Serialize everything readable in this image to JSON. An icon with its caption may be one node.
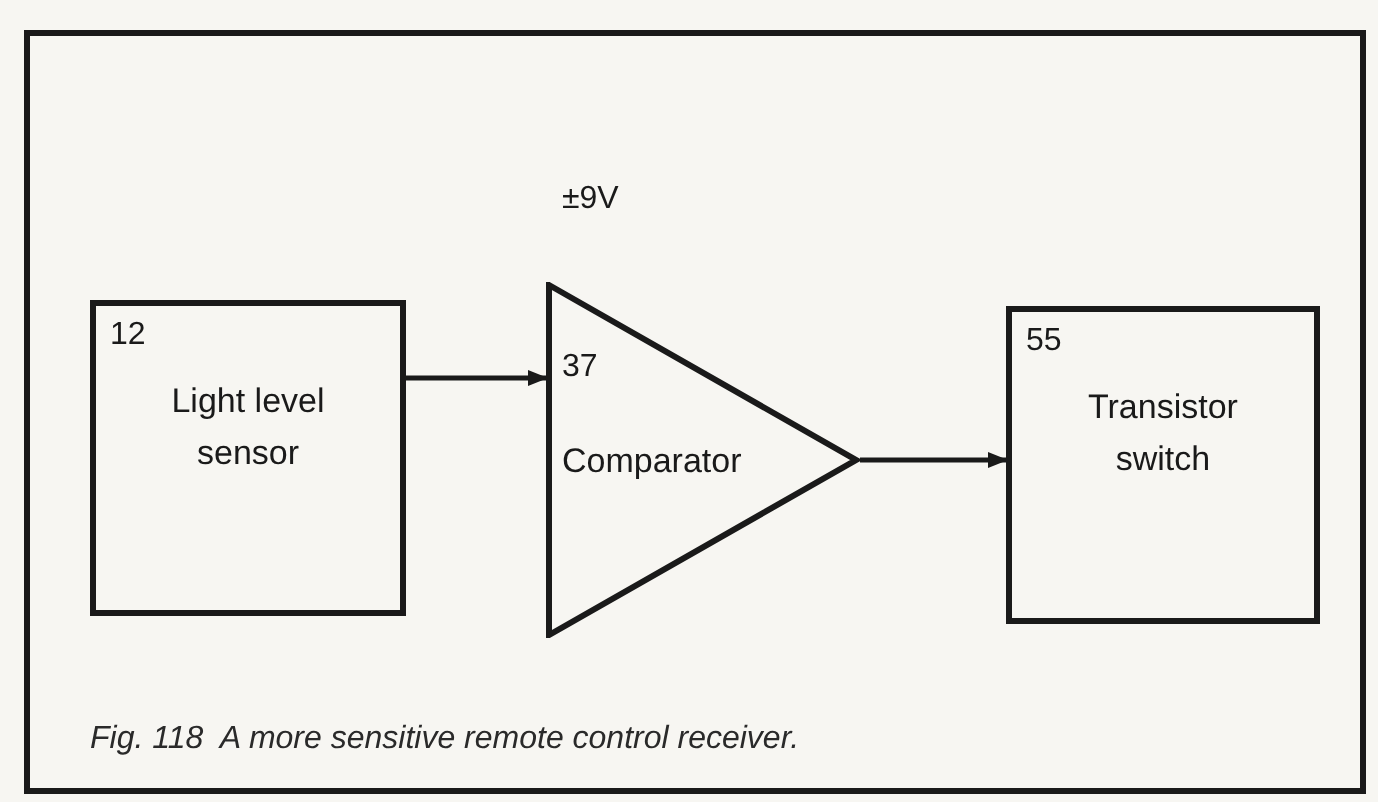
{
  "diagram": {
    "caption": "Fig. 118  A more sensitive remote control receiver.",
    "nodes": [
      {
        "text": [
          "12",
          "Light level sensor"
        ]
      },
      {
        "text": [
          "37",
          "Comparator"
        ],
        "beside": [
          "±9V"
        ]
      },
      {
        "text": [
          "55",
          "Transistor switch"
        ]
      }
    ],
    "edges": [
      {
        "from": 0,
        "to": 1,
        "arrow": "to"
      },
      {
        "from": 1,
        "to": 2,
        "arrow": "to"
      }
    ]
  }
}
